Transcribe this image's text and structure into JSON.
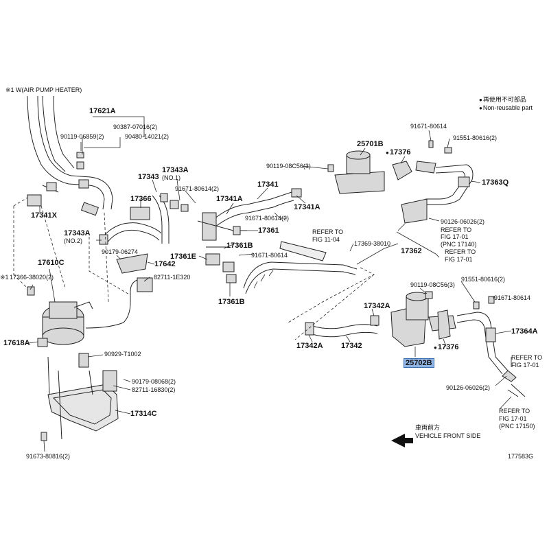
{
  "header": {
    "note_heater": "※1 W(AIR PUMP HEATER)",
    "legend_reuse": "再使用不可部品",
    "legend_nonreuse": "Non-reusable part",
    "diagram_id": "177583G"
  },
  "direction": {
    "jp": "車両前方",
    "en": "VEHICLE FRONT SIDE"
  },
  "callouts": {
    "p17621A": "17621A",
    "p90387_07016": "90387-07016(2)",
    "p90119_06859": "90119-06859(2)",
    "p90480_14021": "90480-14021(2)",
    "p17341X": "17341X",
    "p17343": "17343",
    "p17343A_no1": "17343A",
    "no1": "(NO.1)",
    "p91671_80614_2a": "91671-80614(2)",
    "p17366": "17366",
    "p17343A_no2": "17343A",
    "no2": "(NO.2)",
    "p90179_06274": "90179-06274",
    "p17642": "17642",
    "p82711_1E320": "82711-1E320",
    "p17610C": "17610C",
    "p17366_38020": "17366-38020(2)",
    "note_mark": "※1",
    "p17618A": "17618A",
    "p90929_T1002": "90929-T1002",
    "p90179_08068": "90179-08068(2)",
    "p82711_16830": "82711-16830(2)",
    "p17314C": "17314C",
    "p91673_80816": "91673-80816(2)",
    "p17341": "17341",
    "p17341A_a": "17341A",
    "p17341A_b": "17341A",
    "p90119_08C56_3": "90119-08C56(3)",
    "p25701B": "25701B",
    "p17376_a": "17376",
    "p91671_80614_b": "91671-80614",
    "p91551_80616_a": "91551-80616(2)",
    "p17363Q": "17363Q",
    "p90126_06026_a": "90126-06026(2)",
    "refer_to": "REFER TO",
    "fig_17_01": "FIG 17-01",
    "pnc_17140": "(PNC 17140)",
    "p91671_80614_2b": "91671-80614(2)",
    "p17361": "17361",
    "refer_fig_11_04": "FIG 11-04",
    "p17369_38010": "17369-38010",
    "p17362": "17362",
    "p17361E": "17361E",
    "p17361B_a": "17361B",
    "p17361B_b": "17361B",
    "p91671_80614_c": "91671-80614",
    "p17342A_a": "17342A",
    "p17342A_b": "17342A",
    "p17342": "17342",
    "p90119_08C56_b": "90119-08C56(3)",
    "p91551_80616_b": "91551-80616(2)",
    "p91671_80614_d": "91671-80614",
    "p17364A": "17364A",
    "p25702B": "25702B",
    "p17376_b": "17376",
    "fig_17_01_b": "FIG 17-01",
    "p90126_06026_b": "90126-06026(2)",
    "fig_17_01_c": "FIG 17-01",
    "pnc_17150": "(PNC 17150)"
  }
}
